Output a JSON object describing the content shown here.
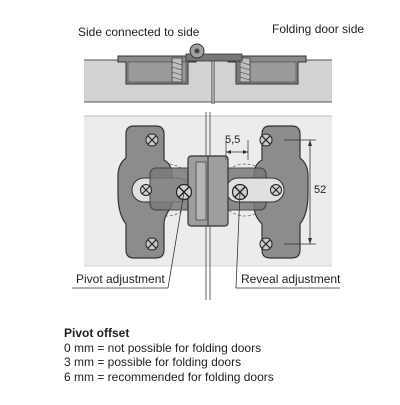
{
  "labels": {
    "side_connected": "Side connected to side",
    "folding_door_side": "Folding door side",
    "pivot_adjustment": "Pivot adjustment",
    "reveal_adjustment": "Reveal adjustment"
  },
  "dimensions": {
    "offset": "5,5",
    "height": "52"
  },
  "notes": {
    "title": "Pivot offset",
    "lines": [
      "0 mm = not possible for folding doors",
      "3 mm = possible for folding doors",
      "6 mm = recommended for folding doors"
    ]
  },
  "colors": {
    "panel": "#cfcfcf",
    "panel_bg": "#ececec",
    "hinge": "#8c8c8c",
    "hinge_dark": "#555555",
    "line": "#333333"
  }
}
